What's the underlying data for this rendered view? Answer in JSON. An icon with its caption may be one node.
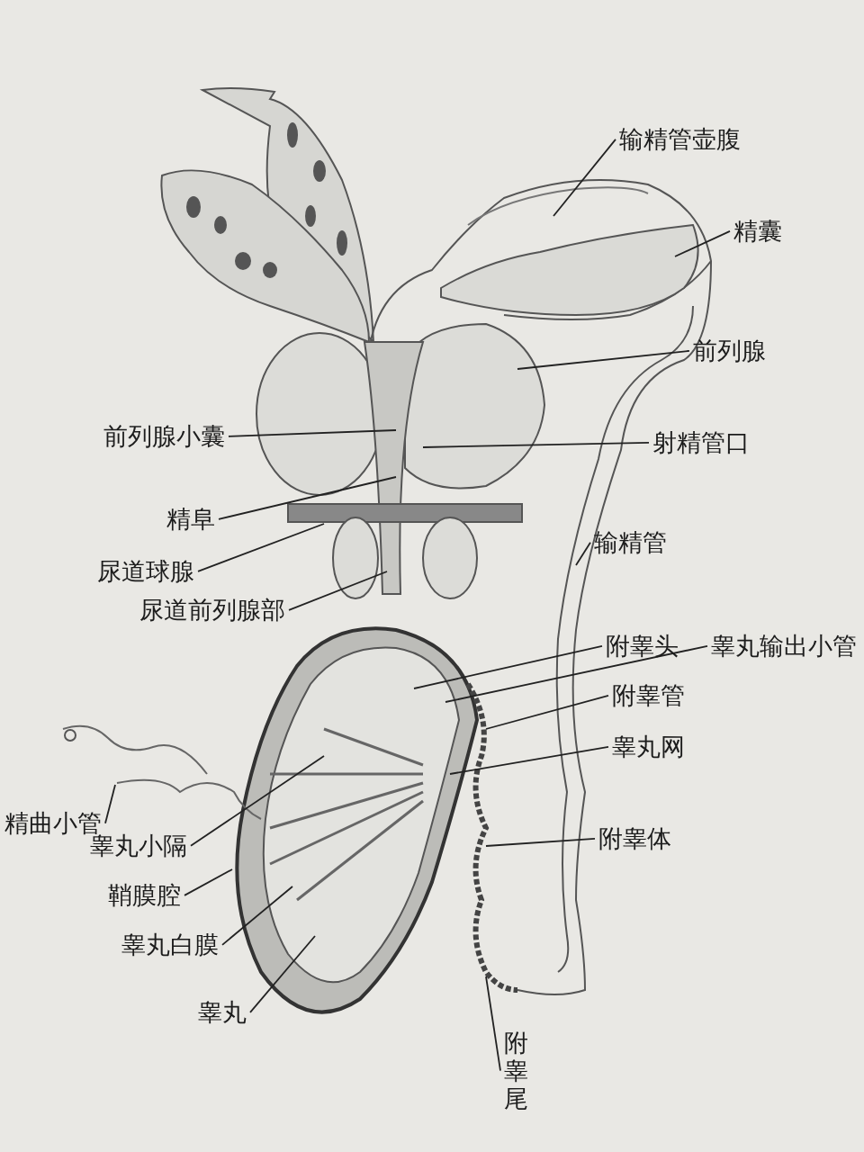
{
  "diagram": {
    "nodes": [
      {
        "text": [
          "输精管壶腹"
        ]
      },
      {
        "text": [
          "精囊"
        ]
      },
      {
        "text": [
          "前列腺"
        ]
      },
      {
        "text": [
          "前列腺小囊"
        ]
      },
      {
        "text": [
          "射精管口"
        ]
      },
      {
        "text": [
          "精阜"
        ]
      },
      {
        "text": [
          "输精管"
        ]
      },
      {
        "text": [
          "尿道球腺"
        ]
      },
      {
        "text": [
          "尿道前列腺部"
        ]
      },
      {
        "text": [
          "附睾头"
        ]
      },
      {
        "text": [
          "睾丸输出小管"
        ]
      },
      {
        "text": [
          "附睾管"
        ]
      },
      {
        "text": [
          "睾丸网"
        ]
      },
      {
        "text": [
          "精曲小管"
        ]
      },
      {
        "text": [
          "附睾体"
        ]
      },
      {
        "text": [
          "睾丸小隔"
        ]
      },
      {
        "text": [
          "鞘膜腔"
        ]
      },
      {
        "text": [
          "睾丸白膜"
        ]
      },
      {
        "text": [
          "睾丸"
        ]
      },
      {
        "text": [
          "附睾尾"
        ]
      }
    ],
    "edges": [
      {
        "from": 0,
        "to": null,
        "arrow": "none"
      },
      {
        "from": 1,
        "to": null,
        "arrow": "none"
      },
      {
        "from": 2,
        "to": null,
        "arrow": "none"
      },
      {
        "from": 3,
        "to": null,
        "arrow": "none"
      },
      {
        "from": 4,
        "to": null,
        "arrow": "none"
      },
      {
        "from": 5,
        "to": null,
        "arrow": "none"
      },
      {
        "from": 6,
        "to": null,
        "arrow": "none"
      },
      {
        "from": 7,
        "to": null,
        "arrow": "none"
      },
      {
        "from": 8,
        "to": null,
        "arrow": "none"
      },
      {
        "from": 9,
        "to": null,
        "arrow": "none"
      },
      {
        "from": 10,
        "to": null,
        "arrow": "none"
      },
      {
        "from": 11,
        "to": null,
        "arrow": "none"
      },
      {
        "from": 12,
        "to": null,
        "arrow": "none"
      },
      {
        "from": 13,
        "to": null,
        "arrow": "none"
      },
      {
        "from": 14,
        "to": null,
        "arrow": "none"
      },
      {
        "from": 15,
        "to": null,
        "arrow": "none"
      },
      {
        "from": 16,
        "to": null,
        "arrow": "none"
      },
      {
        "from": 17,
        "to": null,
        "arrow": "none"
      },
      {
        "from": 18,
        "to": null,
        "arrow": "none"
      },
      {
        "from": 19,
        "to": null,
        "arrow": "none"
      }
    ]
  }
}
